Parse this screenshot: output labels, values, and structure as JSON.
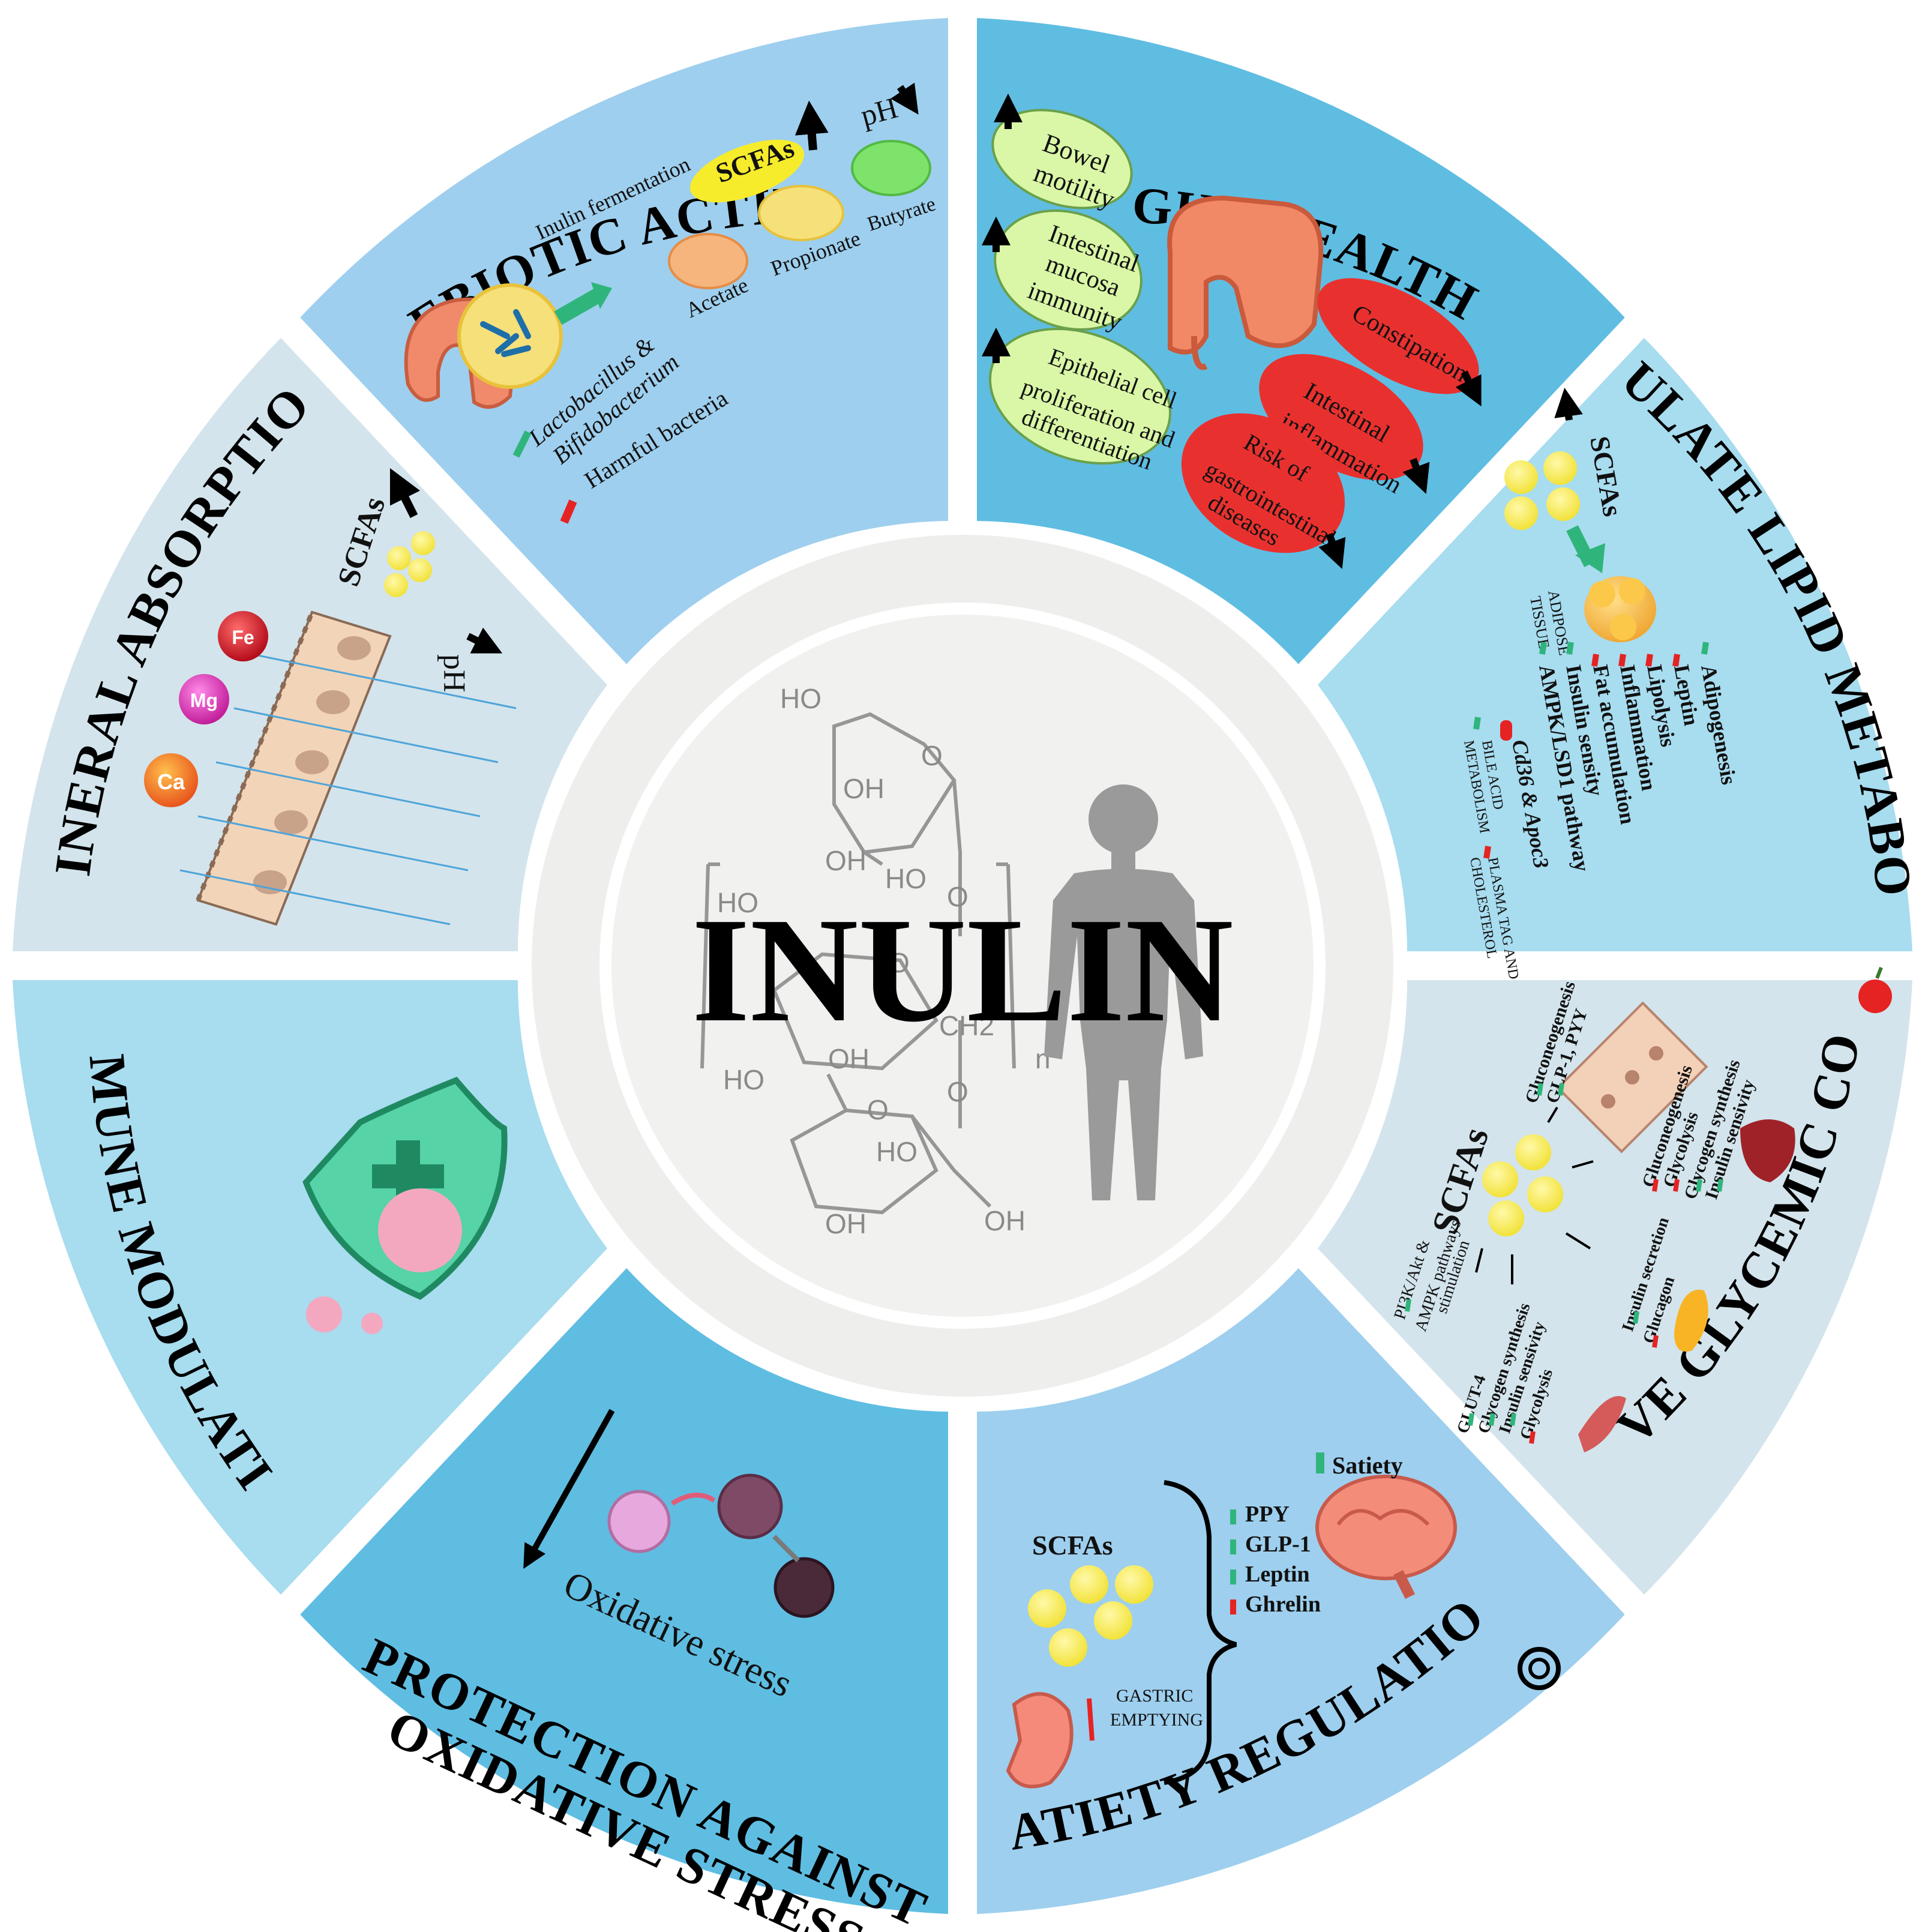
{
  "center": {
    "title": "INULIN"
  },
  "colors": {
    "light_sky": "#9ecfee",
    "mid_blue": "#5fbde2",
    "gray_blue": "#d3e4ec",
    "pale_blue": "#a8dcef",
    "center_ring": "#f0f0ee"
  },
  "prebiotic": {
    "title": "PREBIOTIC ACTIVITY",
    "inulin_fermentation": "Inulin fermentation",
    "scfas": "SCFAs",
    "ph": "pH",
    "acetate": "Acetate",
    "propionate": "Propionate",
    "butyrate": "Butyrate",
    "lactobacillus": "Lactobacillus &",
    "bifidobacterium": "Bifidobacterium",
    "harmful": "Harmful bacteria"
  },
  "gut": {
    "title": "GUT HEALTH",
    "bowel": [
      "Bowel",
      "motility"
    ],
    "mucosa": [
      "Intestinal",
      "mucosa",
      "immunity"
    ],
    "epithelial": [
      "Epithelial cell",
      "proliferation and",
      "differentiation"
    ],
    "constipation": "Constipation",
    "inflammation": [
      "Intestinal",
      "inflammation"
    ],
    "risk": [
      "Risk of",
      "gastrointestinal",
      "diseases"
    ]
  },
  "lipid": {
    "title": "MODULATE LIPID METABOLISM",
    "scfas": "SCFAs",
    "adipose": [
      "ADIPOSE",
      "TISSUE"
    ],
    "items": [
      "Adipogenesis",
      "Leptin",
      "Lipolysis",
      "Inflammation",
      "Fat accumulation",
      "Insulin sensity",
      "AMPK/LSD1 pathway"
    ],
    "cd36": "Cd36 & Apoc3",
    "bile": [
      "BILE ACID",
      "METABOLISM"
    ],
    "plasma": [
      "PLASMA TAG AND",
      "CHOLESTEROL"
    ]
  },
  "glycemic": {
    "title": "IMPROVE GLYCEMIC CONTROL",
    "scfas": "SCFAs",
    "gut_items": [
      "Gluconeogenesis",
      "GLP-1, PYY"
    ],
    "liver_items": [
      "Gluconeogenesis",
      "Glycolysis",
      "Glycogen synthesis",
      "Insulin sensivity"
    ],
    "pancreas_items": [
      "Insulin secretion",
      "Glucagon"
    ],
    "muscle_items": [
      "GLUT-4",
      "Glycogen synthesis",
      "Insulin sensivity",
      "Glycolysis"
    ],
    "pathway": [
      "PI3K/Akt &",
      "AMPK pathways",
      "stimulation"
    ]
  },
  "satiety": {
    "title": "SATIETY  REGULATION",
    "scfas": "SCFAs",
    "hormones": [
      "PPY",
      "GLP-1",
      "Leptin",
      "Ghrelin"
    ],
    "satiety": "Satiety",
    "gastric": [
      "GASTRIC",
      "EMPTYING"
    ]
  },
  "oxidative": {
    "title": [
      "PROTECTION AGAINST",
      "OXIDATIVE STRESS"
    ],
    "label": "Oxidative stress"
  },
  "immune": {
    "title": "IMMUNE MODULATION"
  },
  "mineral": {
    "title": "MINERAL ABSORPTION",
    "scfas": "SCFAs",
    "ph": "pH",
    "ca": "Ca",
    "mg": "Mg",
    "fe": "Fe"
  },
  "structure": {
    "ho": "HO",
    "oh": "OH",
    "o": "O",
    "ch2": "CH2",
    "n": "n"
  }
}
